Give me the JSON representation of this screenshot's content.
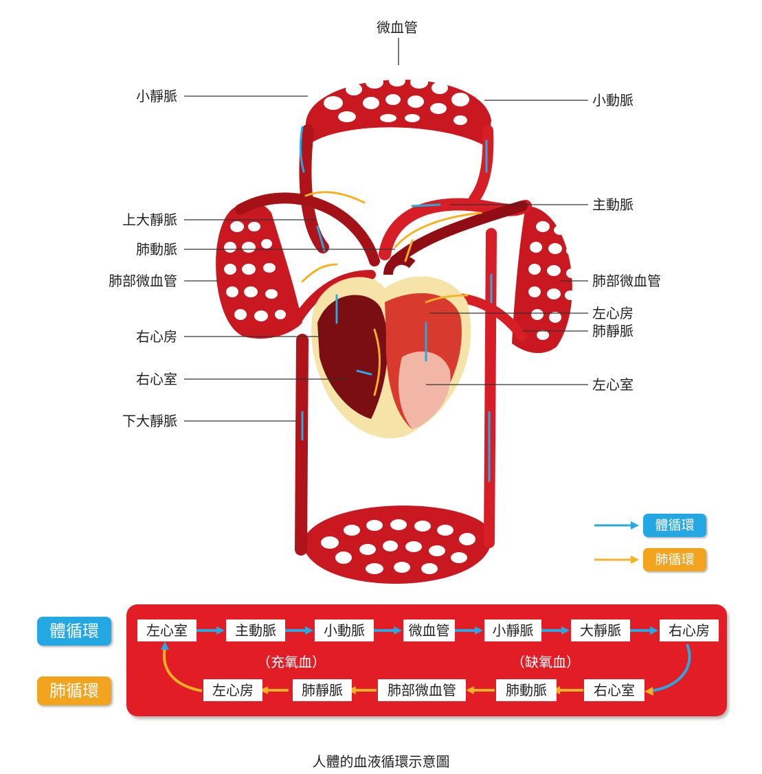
{
  "labels": {
    "capillary_top": "微血管",
    "small_vein": "小靜脈",
    "small_artery": "小動脈",
    "aorta": "主動脈",
    "superior_vena_cava": "上大靜脈",
    "pulmonary_artery": "肺動脈",
    "lung_capillary_left": "肺部微血管",
    "lung_capillary_right": "肺部微血管",
    "left_atrium": "左心房",
    "pulmonary_vein": "肺靜脈",
    "right_atrium": "右心房",
    "right_ventricle": "右心室",
    "left_ventricle": "左心室",
    "inferior_vena_cava": "下大靜脈"
  },
  "legend": {
    "systemic": "體循環",
    "pulmonary": "肺循環",
    "systemic_color": "#29a9e1",
    "pulmonary_color": "#f6b223"
  },
  "flow": {
    "systemic_label": "體循環",
    "pulmonary_label": "肺循環",
    "systemic": [
      "左心室",
      "主動脈",
      "小動脈",
      "微血管",
      "小靜脈",
      "大靜脈",
      "右心房"
    ],
    "pulmonary": [
      "右心室",
      "肺動脈",
      "肺部微血管",
      "肺靜脈",
      "左心房"
    ],
    "oxygenated": "（充氧血）",
    "deoxygenated": "（缺氧血）",
    "panel_color": "#e31d25"
  },
  "caption": "人體的血液循環示意圖"
}
